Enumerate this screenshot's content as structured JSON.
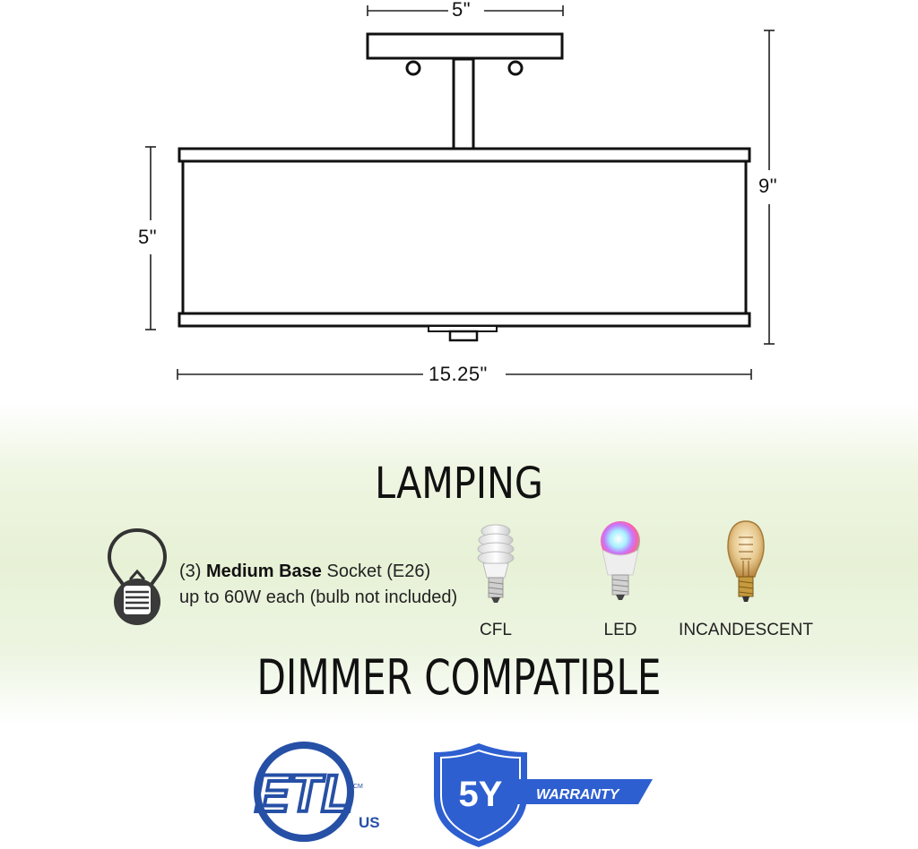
{
  "dimensions": {
    "canopy_width": "5\"",
    "total_height": "9\"",
    "shade_height": "5\"",
    "shade_width": "15.25\""
  },
  "lamping": {
    "title": "LAMPING",
    "socket_count": "(3) ",
    "socket_bold": "Medium Base",
    "socket_rest": " Socket (E26)",
    "socket_line2": "up to 60W each (bulb not included)",
    "bulbs": [
      {
        "label": "CFL",
        "icon": "cfl-bulb-icon"
      },
      {
        "label": "LED",
        "icon": "led-bulb-icon"
      },
      {
        "label": "INCANDESCENT",
        "icon": "incandescent-bulb-icon"
      }
    ]
  },
  "dimmer": {
    "title": "DIMMER COMPATIBLE"
  },
  "certifications": {
    "etl_mark": "ETL",
    "etl_country": "US",
    "warranty_years": "5Y",
    "warranty_label": "WARRANTY"
  },
  "colors": {
    "etl_blue": "#2650a6",
    "warranty_blue": "#2d5fd0",
    "band_green": "#e7f1d6"
  }
}
